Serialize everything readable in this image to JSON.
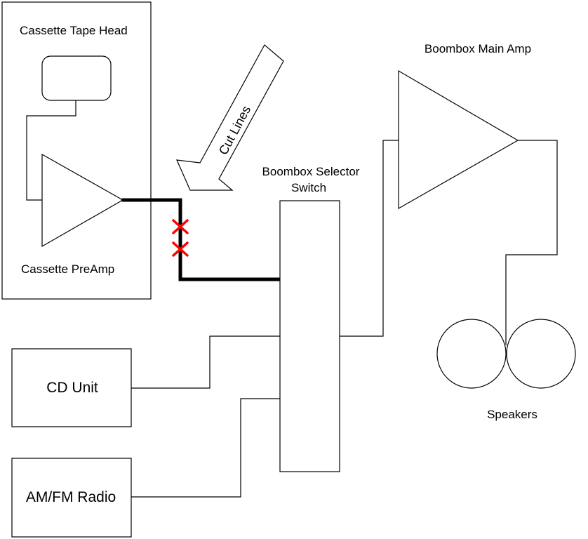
{
  "labels": {
    "tape_head": "Cassette Tape Head",
    "preamp": "Cassette PreAmp",
    "cut_lines": "Cut Lines",
    "selector": [
      "Boombox Selector",
      "Switch"
    ],
    "main_amp": "Boombox Main Amp",
    "speakers": "Speakers",
    "cd_unit": "CD Unit",
    "radio": "AM/FM Radio"
  },
  "cut_marker_color": "#ff0000",
  "cut_marker_count": 2
}
